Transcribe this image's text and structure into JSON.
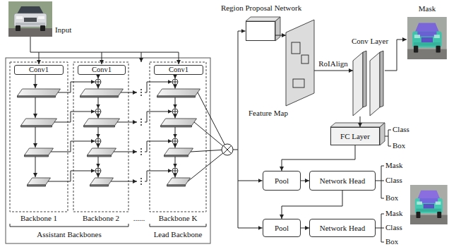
{
  "diagram": {
    "nodes": [
      {
        "text": [
          "Conv1"
        ]
      },
      {
        "text": [
          "Conv1"
        ]
      },
      {
        "text": [
          "Conv1"
        ]
      },
      {
        "text": [
          "Region Proposal Network"
        ]
      },
      {
        "text": [
          "Feature Map"
        ]
      },
      {
        "text": [
          "Conv Layer"
        ]
      },
      {
        "text": [
          "FC Layer"
        ]
      },
      {
        "text": [
          "Pool"
        ]
      },
      {
        "text": [
          "Network Head"
        ]
      },
      {
        "text": [
          "Pool"
        ]
      },
      {
        "text": [
          "Network Head"
        ]
      }
    ],
    "edges": [
      {
        "from": 3,
        "to": 4,
        "arrow": "to"
      },
      {
        "from": 4,
        "to": 5,
        "label": "RoIAlign",
        "arrow": "to"
      },
      {
        "from": 5,
        "to": 6,
        "arrow": "to"
      },
      {
        "from": 6,
        "to": 7,
        "arrow": "to"
      },
      {
        "from": 7,
        "to": 8,
        "arrow": "to"
      },
      {
        "from": 8,
        "to": 9,
        "arrow": "to"
      },
      {
        "from": 9,
        "to": 10,
        "arrow": "to"
      }
    ],
    "labels": [
      "Input",
      "Backbone 1",
      "Backbone 2",
      "......",
      "Backbone K",
      "Assistant Backbones",
      "Lead Backbone",
      "Mask",
      "Class",
      "Box",
      "Mask",
      "Class",
      "Box",
      "Mask",
      "Class",
      "Box"
    ]
  }
}
